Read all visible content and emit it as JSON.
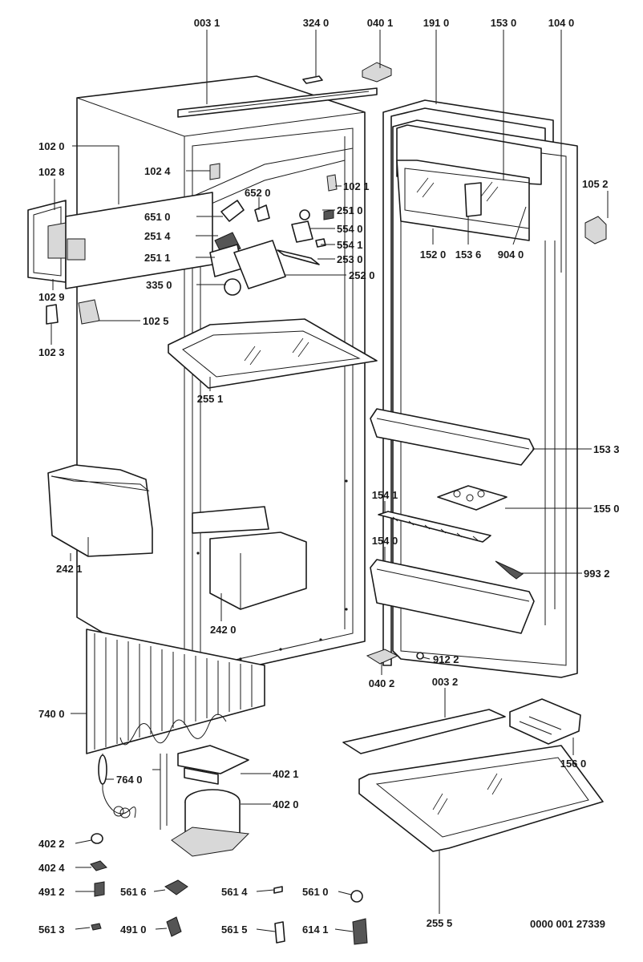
{
  "diagram": {
    "document_number": "0000 001 27339",
    "labels": [
      {
        "id": "l0031",
        "text": "003 1"
      },
      {
        "id": "l3240",
        "text": "324 0"
      },
      {
        "id": "l0401",
        "text": "040 1"
      },
      {
        "id": "l1910",
        "text": "191 0"
      },
      {
        "id": "l1530",
        "text": "153 0"
      },
      {
        "id": "l1040",
        "text": "104 0"
      },
      {
        "id": "l1020",
        "text": "102 0"
      },
      {
        "id": "l1028",
        "text": "102 8"
      },
      {
        "id": "l1024",
        "text": "102 4"
      },
      {
        "id": "l1021",
        "text": "102 1"
      },
      {
        "id": "l1052",
        "text": "105 2"
      },
      {
        "id": "l6520",
        "text": "652 0"
      },
      {
        "id": "l6510",
        "text": "651 0"
      },
      {
        "id": "l2510",
        "text": "251 0"
      },
      {
        "id": "l5540",
        "text": "554 0"
      },
      {
        "id": "l2514",
        "text": "251 4"
      },
      {
        "id": "l5541",
        "text": "554 1"
      },
      {
        "id": "l2511",
        "text": "251 1"
      },
      {
        "id": "l2530",
        "text": "253 0"
      },
      {
        "id": "l1520",
        "text": "152 0"
      },
      {
        "id": "l1536",
        "text": "153 6"
      },
      {
        "id": "l9040",
        "text": "904 0"
      },
      {
        "id": "l2520",
        "text": "252 0"
      },
      {
        "id": "l3350",
        "text": "335 0"
      },
      {
        "id": "l1029",
        "text": "102 9"
      },
      {
        "id": "l1025",
        "text": "102 5"
      },
      {
        "id": "l1023",
        "text": "102 3"
      },
      {
        "id": "l2551",
        "text": "255 1"
      },
      {
        "id": "l1533",
        "text": "153 3"
      },
      {
        "id": "l1541",
        "text": "154 1"
      },
      {
        "id": "l1550",
        "text": "155 0"
      },
      {
        "id": "l1540",
        "text": "154 0"
      },
      {
        "id": "l2421",
        "text": "242 1"
      },
      {
        "id": "l9932",
        "text": "993 2"
      },
      {
        "id": "l2420",
        "text": "242 0"
      },
      {
        "id": "l9122",
        "text": "912 2"
      },
      {
        "id": "l0402",
        "text": "040 2"
      },
      {
        "id": "l0032",
        "text": "003 2"
      },
      {
        "id": "l7400",
        "text": "740 0"
      },
      {
        "id": "l1560",
        "text": "156 0"
      },
      {
        "id": "l7640",
        "text": "764 0"
      },
      {
        "id": "l4021",
        "text": "402 1"
      },
      {
        "id": "l4020",
        "text": "402 0"
      },
      {
        "id": "l4022",
        "text": "402 2"
      },
      {
        "id": "l4024",
        "text": "402 4"
      },
      {
        "id": "l4912",
        "text": "491 2"
      },
      {
        "id": "l5616",
        "text": "561 6"
      },
      {
        "id": "l5614",
        "text": "561 4"
      },
      {
        "id": "l5610",
        "text": "561 0"
      },
      {
        "id": "l2555",
        "text": "255 5"
      },
      {
        "id": "l5613",
        "text": "561 3"
      },
      {
        "id": "l4910",
        "text": "491 0"
      },
      {
        "id": "l5615",
        "text": "561 5"
      },
      {
        "id": "l6141",
        "text": "614 1"
      }
    ]
  }
}
